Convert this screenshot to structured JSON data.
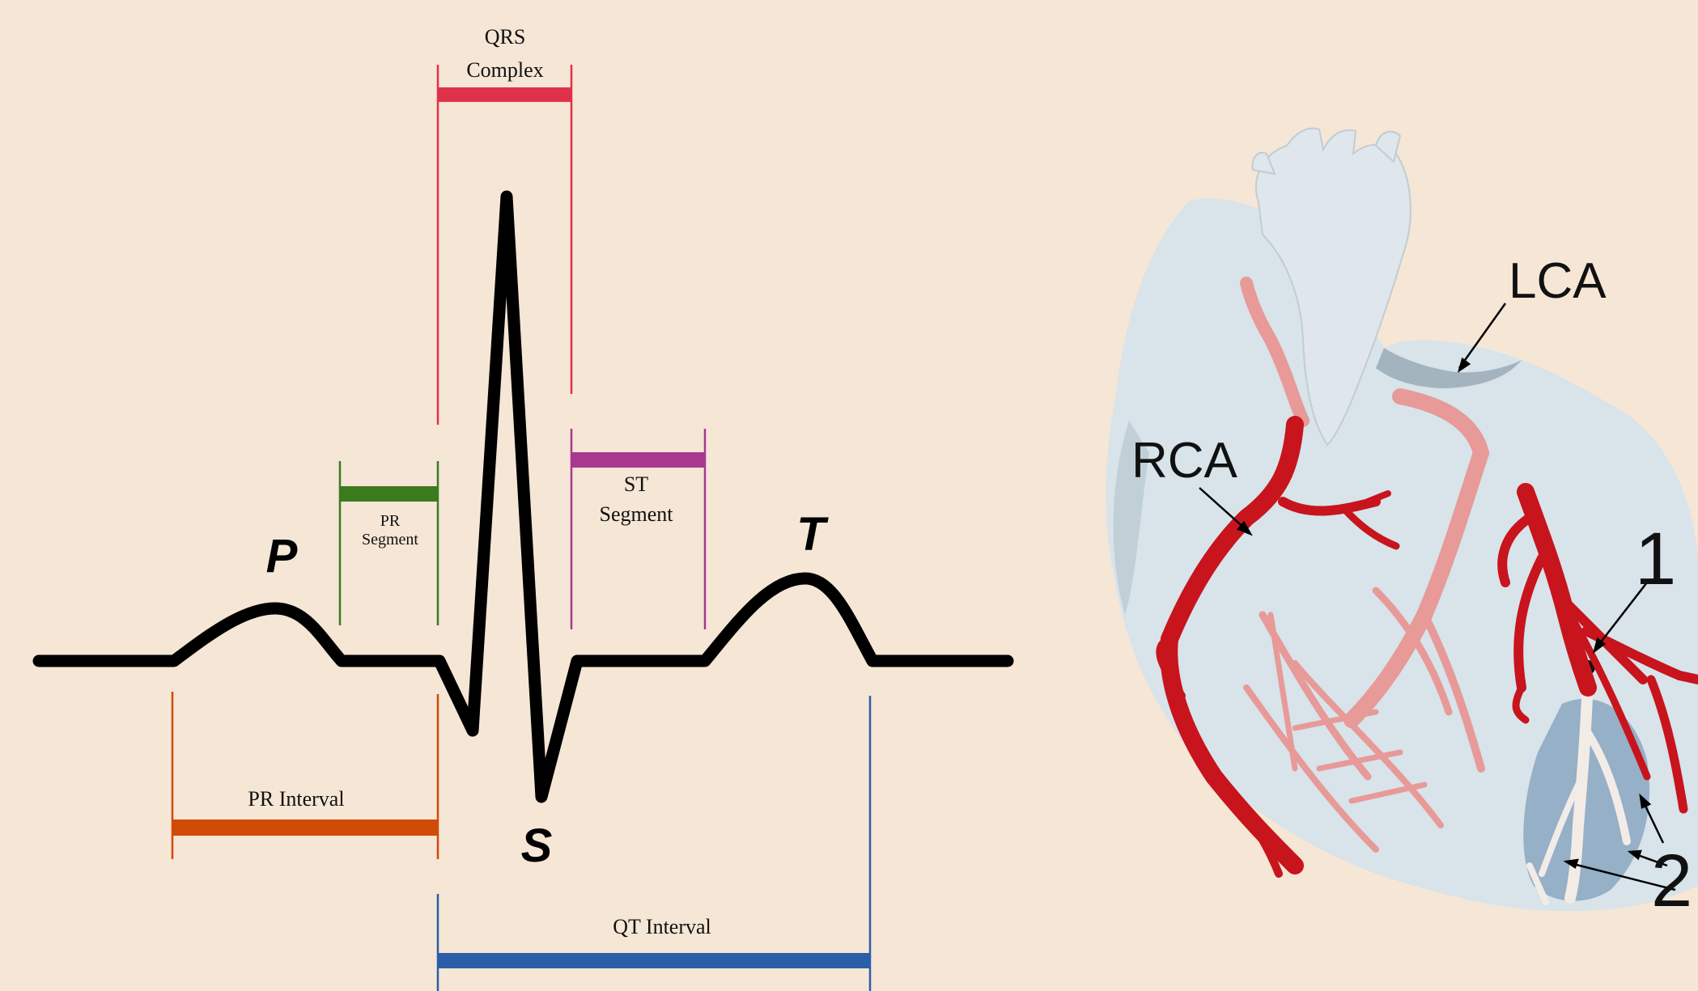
{
  "ecg": {
    "labels": {
      "qrs_line1": "QRS",
      "qrs_line2": "Complex",
      "pr_segment_line1": "PR",
      "pr_segment_line2": "Segment",
      "st_segment_line1": "ST",
      "st_segment_line2": "Segment",
      "pr_interval": "PR Interval",
      "qt_interval": "QT Interval",
      "wave_p": "P",
      "wave_t": "T",
      "wave_s": "S"
    },
    "colors": {
      "trace": "#000000",
      "qrs": "#e0314b",
      "pr_segment": "#3c7a1e",
      "st_segment": "#a8388f",
      "pr_interval": "#d04a08",
      "qt_interval": "#2b5ea8"
    }
  },
  "heart": {
    "labels": {
      "lca": "LCA",
      "rca": "RCA",
      "marker_1": "1",
      "marker_2": "2"
    },
    "colors": {
      "tissue": "#d8e3ea",
      "artery": "#c8141c",
      "faded_artery": "#e79a98",
      "infarct": "#7f9fbb"
    }
  }
}
